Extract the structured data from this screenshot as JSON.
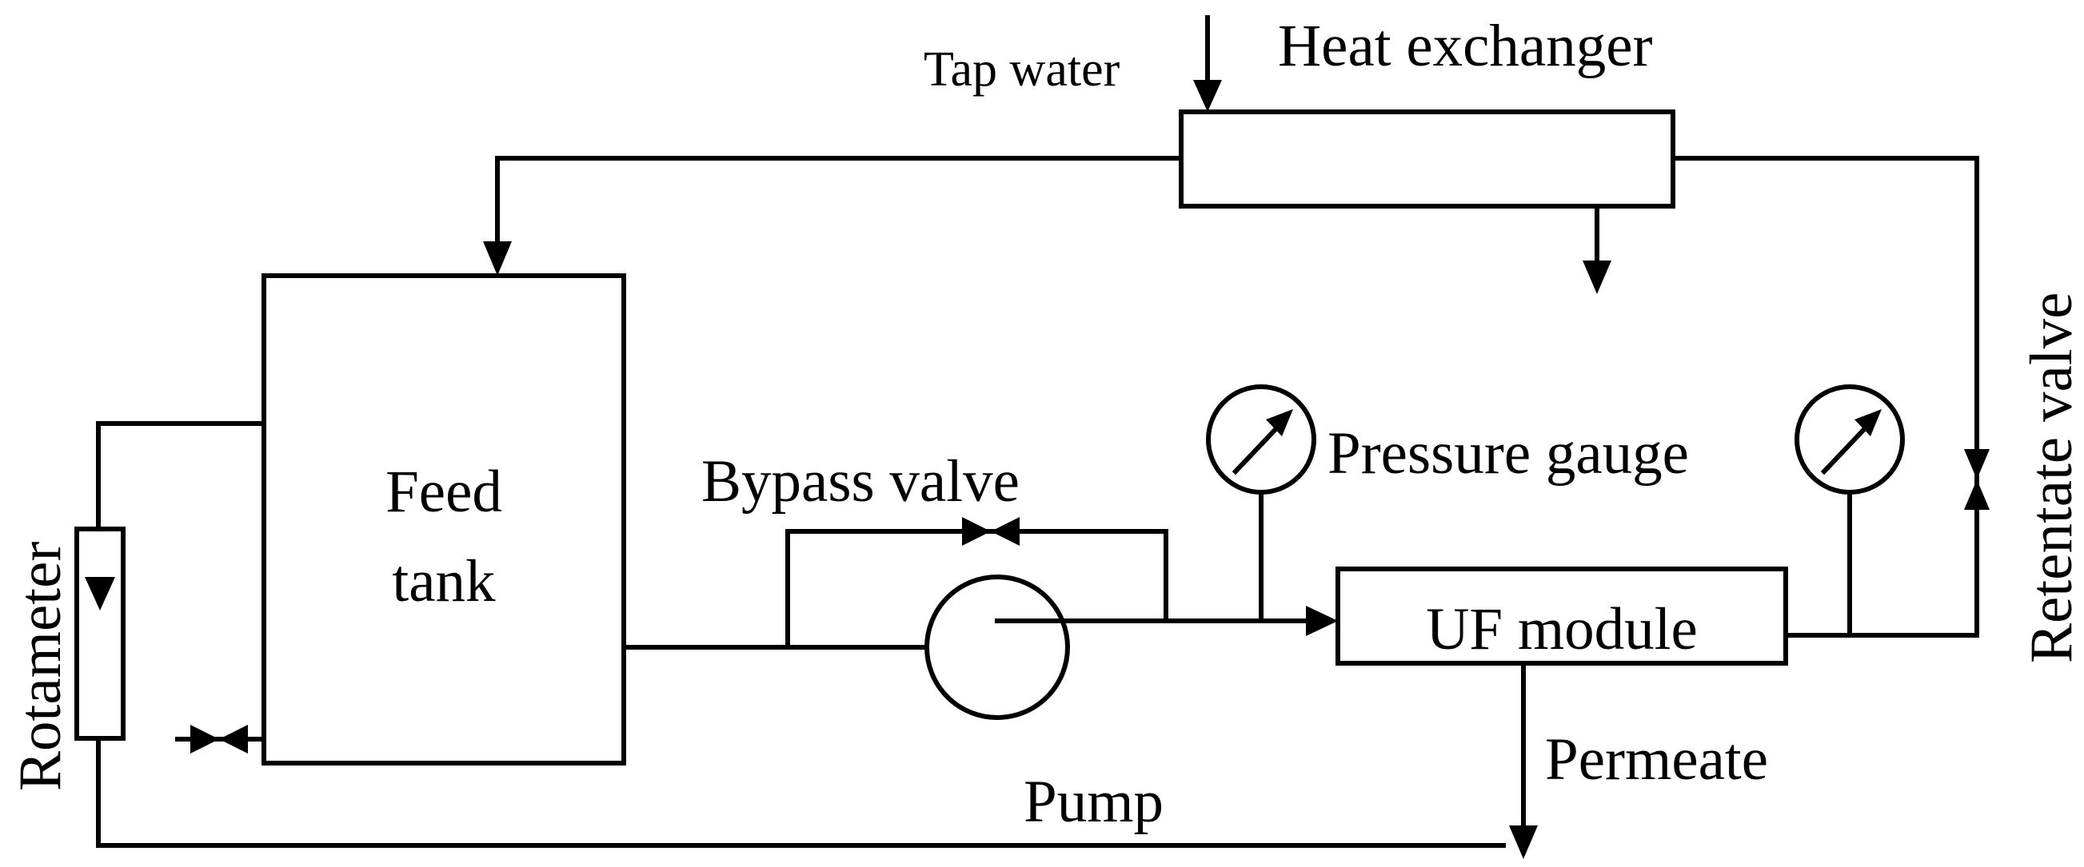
{
  "labels": {
    "tap_water": "Tap water",
    "heat_exchanger": "Heat exchanger",
    "feed_tank_line1": "Feed",
    "feed_tank_line2": "tank",
    "bypass_valve": "Bypass valve",
    "pressure_gauge": "Pressure gauge",
    "uf_module": "UF module",
    "permeate": "Permeate",
    "pump": "Pump",
    "rotameter": "Rotameter",
    "retentate_valve": "Retentate valve"
  },
  "colors": {
    "line": "#000000",
    "background": "#ffffff"
  }
}
